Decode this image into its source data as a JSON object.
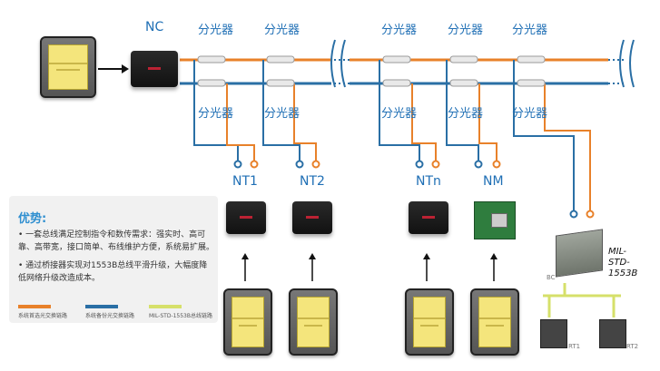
{
  "splitter_label": "分光器",
  "nc_label": "NC",
  "nodes": [
    {
      "label": "NT1"
    },
    {
      "label": "NT2"
    },
    {
      "label": "NTn"
    },
    {
      "label": "NM"
    }
  ],
  "panel": {
    "title": "优势:",
    "bullets": [
      "一套总线满足控制指令和数传需求：强实时、高可靠、高带宽，接口简单、布线维护方便，系统易扩展。",
      "通过桥接器实现对1553B总线平滑升级，大幅度降低网络升级改造成本。"
    ],
    "legend": [
      {
        "label": "系统首选光交换链路",
        "color": "#e8812a"
      },
      {
        "label": "系统备份光交换链路",
        "color": "#2a6fa5"
      },
      {
        "label": "MIL-STD-1553B总线链路",
        "color": "#d6e06a"
      }
    ]
  },
  "bridge": {
    "bc_label": "BC",
    "standard_label": "MIL-\nSTD-\n1553B"
  },
  "rts": [
    {
      "label": "RT1"
    },
    {
      "label": "RT2"
    }
  ],
  "colors": {
    "primary": "#e8812a",
    "backup": "#2a6fa5",
    "mil": "#d6e06a",
    "label_blue": "#1f6fb5"
  }
}
